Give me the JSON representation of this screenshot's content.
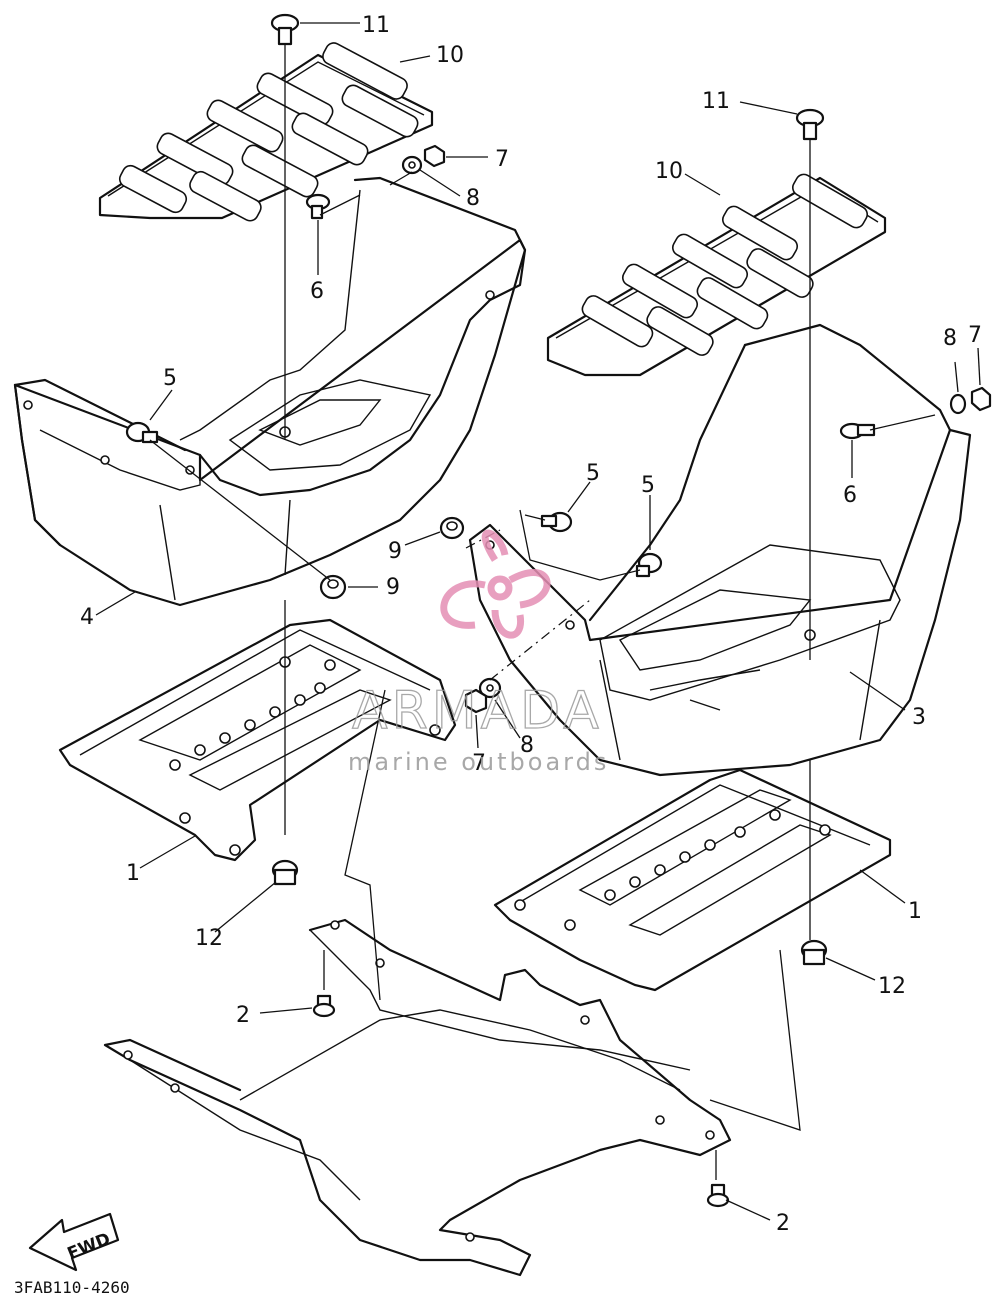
{
  "diagram": {
    "part_code": "3FAB110-4260",
    "direction_badge": "FWD",
    "callouts": {
      "c1_left": "1",
      "c1_right": "1",
      "c2_left": "2",
      "c2_right": "2",
      "c3": "3",
      "c4": "4",
      "c5_left": "5",
      "c5_mid": "5",
      "c5_right": "5",
      "c6_left": "6",
      "c6_right": "6",
      "c7_top": "7",
      "c7_mid": "7",
      "c7_right": "7",
      "c8_top": "8",
      "c8_mid": "8",
      "c8_right": "8",
      "c9_upper": "9",
      "c9_lower": "9",
      "c10_left": "10",
      "c10_right": "10",
      "c11_left": "11",
      "c11_right": "11",
      "c12_left": "12",
      "c12_right": "12"
    }
  },
  "watermark": {
    "brand": "ARMADA",
    "tagline": "marine outboards",
    "logo_color": "#e58fb4",
    "text_color": "#9a9a9a"
  }
}
